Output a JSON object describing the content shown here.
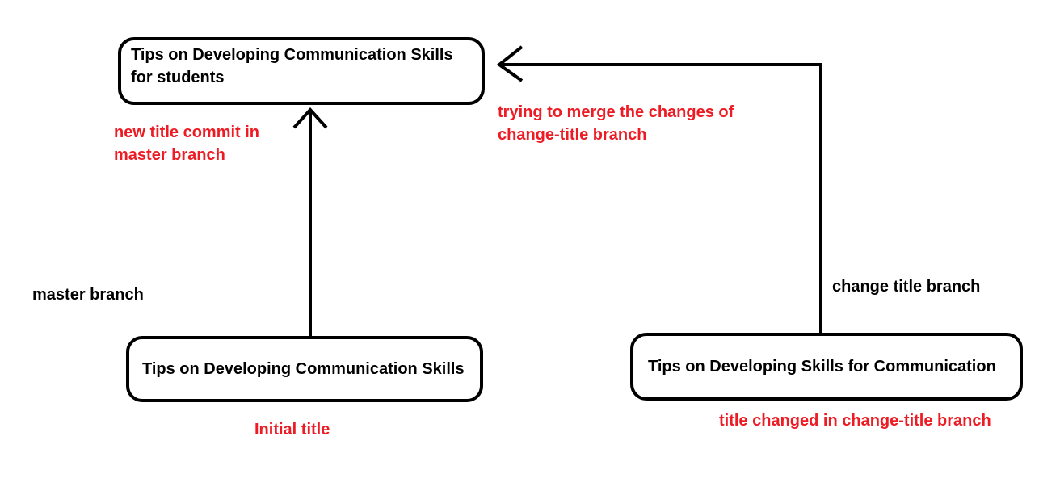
{
  "commits": {
    "new_title": "Tips on Developing Communication Skills\nfor students",
    "initial": "Tips on Developing Communication Skills",
    "changed": "Tips on Developing Skills for Communication"
  },
  "annotations": {
    "new_title_commit": "new title commit in\nmaster branch",
    "merge_attempt": "trying to merge the changes of\nchange-title branch",
    "initial_title": "Initial title",
    "title_changed": "title changed in change-title branch"
  },
  "branches": {
    "master": "master branch",
    "change_title": "change title branch"
  },
  "colors": {
    "annotation": "#ed1c24",
    "text": "#000000",
    "stroke": "#000000"
  }
}
